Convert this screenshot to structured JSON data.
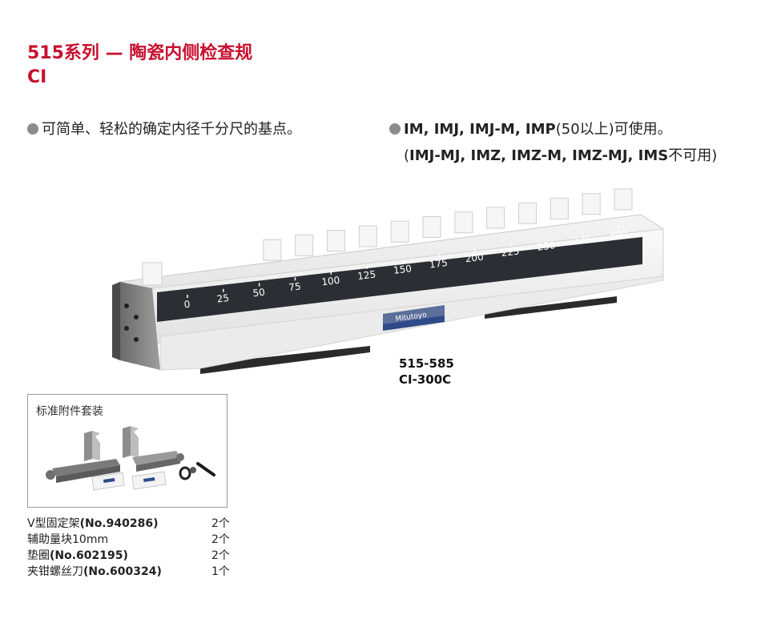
{
  "header": {
    "title_line1": "515系列 — 陶瓷内侧检查规",
    "title_line2": "CI"
  },
  "features": {
    "left": "可简单、轻松的确定内径千分尺的基点。",
    "right_bold": "IM, IMJ, IMJ-M, IMP",
    "right_rest": "(50以上)可使用。",
    "note_open": "(",
    "note_bold": "IMJ-MJ, IMZ, IMZ-M, IMZ-MJ, IMS",
    "note_rest": "不可用)"
  },
  "product": {
    "brand": "Mitutoyo",
    "scale_labels": [
      "0",
      "25",
      "50",
      "75",
      "100",
      "125",
      "150",
      "175",
      "200",
      "225",
      "250",
      "275",
      "300"
    ],
    "model_number": "515-585",
    "model_name": "CI-300C"
  },
  "accessories": {
    "title": "标准附件套装",
    "items": [
      {
        "name": "V型固定架",
        "code": "(No.940286)",
        "qty": "2个"
      },
      {
        "name": "辅助量块10mm",
        "code": "",
        "qty": "2个"
      },
      {
        "name": "垫圈",
        "code": "(No.602195)",
        "qty": "2个"
      },
      {
        "name": "夹钳螺丝刀",
        "code": "(No.600324)",
        "qty": "1个"
      }
    ]
  },
  "colors": {
    "title_red": "#c8102e",
    "bullet_gray": "#8c8c8c",
    "scale_band": "#2b2f33"
  }
}
